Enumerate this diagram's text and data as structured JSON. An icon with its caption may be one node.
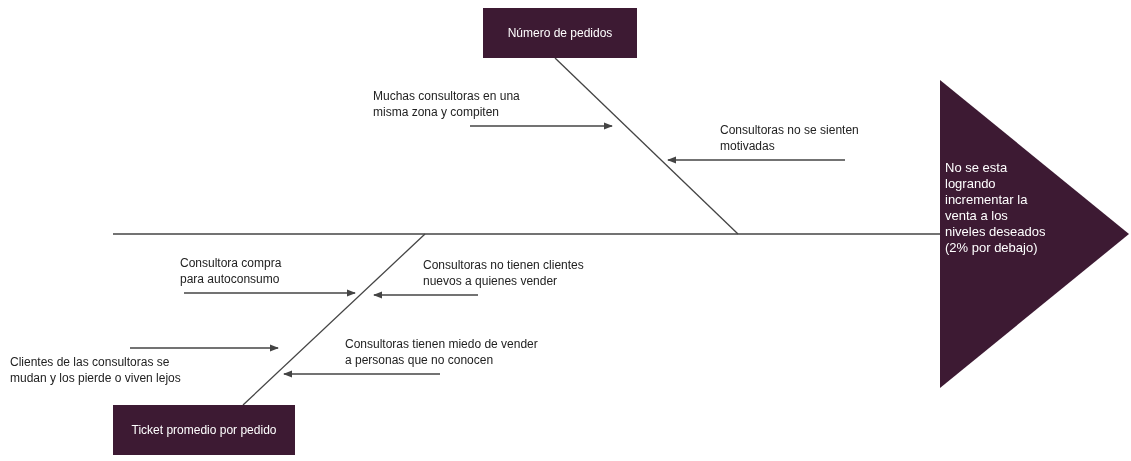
{
  "diagram": {
    "nodes": [
      {
        "text": [
          "Número de pedidos"
        ]
      },
      {
        "text": [
          "Ticket promedio por pedido"
        ]
      },
      {
        "text": [
          "No se esta logrando incrementar la venta a los niveles deseados (2% por debajo)"
        ]
      },
      {
        "text": [
          "Muchas consultoras en una misma zona y compiten"
        ]
      },
      {
        "text": [
          "Consultoras no se sienten motivadas"
        ]
      },
      {
        "text": [
          "Consultora compra para autoconsumo"
        ]
      },
      {
        "text": [
          "Consultoras no tienen clientes nuevos a quienes vender"
        ]
      },
      {
        "text": [
          "Consultoras tienen miedo de vender a personas que no conocen"
        ]
      },
      {
        "text": [
          "Clientes de las consultoras se mudan y los pierde o viven lejos"
        ]
      }
    ],
    "edges": [
      {
        "from": null,
        "to": 2,
        "arrow": "none"
      },
      {
        "from": 0,
        "to": null,
        "arrow": "none"
      },
      {
        "from": 1,
        "to": null,
        "arrow": "none"
      },
      {
        "from": 3,
        "to": null,
        "arrow": "to"
      },
      {
        "from": 4,
        "to": null,
        "arrow": "to"
      },
      {
        "from": 5,
        "to": null,
        "arrow": "to"
      },
      {
        "from": 6,
        "to": null,
        "arrow": "to"
      },
      {
        "from": 7,
        "to": null,
        "arrow": "to"
      },
      {
        "from": 8,
        "to": null,
        "arrow": "to"
      }
    ]
  }
}
